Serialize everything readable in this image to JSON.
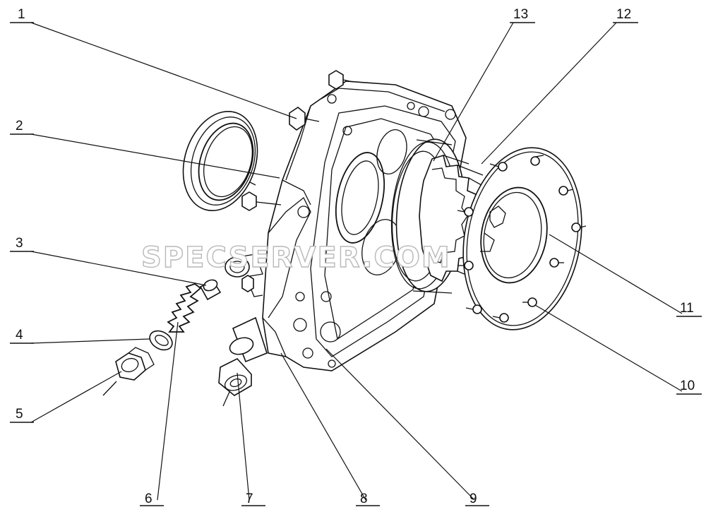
{
  "watermark": "SPECSERVER.COM",
  "callouts": [
    {
      "id": "1",
      "label": "1"
    },
    {
      "id": "2",
      "label": "2"
    },
    {
      "id": "3",
      "label": "3"
    },
    {
      "id": "4",
      "label": "4"
    },
    {
      "id": "5",
      "label": "5"
    },
    {
      "id": "6",
      "label": "6"
    },
    {
      "id": "7",
      "label": "7"
    },
    {
      "id": "8",
      "label": "8"
    },
    {
      "id": "9",
      "label": "9"
    },
    {
      "id": "10",
      "label": "10"
    },
    {
      "id": "11",
      "label": "11"
    },
    {
      "id": "12",
      "label": "12"
    },
    {
      "id": "13",
      "label": "13"
    }
  ],
  "colors": {
    "line": "#111111",
    "background": "#ffffff",
    "watermark_stroke": "#b8b8b8"
  }
}
